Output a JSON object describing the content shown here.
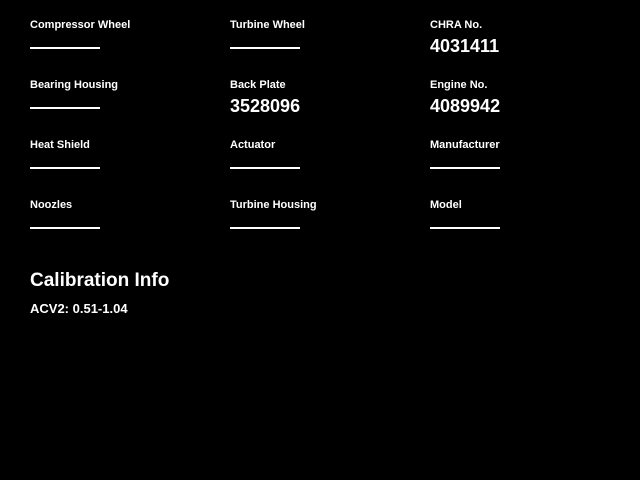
{
  "colors": {
    "background": "#000000",
    "text": "#ffffff"
  },
  "fields": [
    {
      "label": "Compressor Wheel",
      "value": ""
    },
    {
      "label": "Turbine Wheel",
      "value": ""
    },
    {
      "label": "CHRA No.",
      "value": "4031411"
    },
    {
      "label": "Bearing Housing",
      "value": ""
    },
    {
      "label": "Back Plate",
      "value": "3528096"
    },
    {
      "label": "Engine No.",
      "value": "4089942"
    },
    {
      "label": "Heat Shield",
      "value": ""
    },
    {
      "label": "Actuator",
      "value": ""
    },
    {
      "label": "Manufacturer",
      "value": ""
    },
    {
      "label": "Noozles",
      "value": ""
    },
    {
      "label": "Turbine Housing",
      "value": ""
    },
    {
      "label": "Model",
      "value": ""
    }
  ],
  "calibration": {
    "heading": "Calibration Info",
    "entry": "ACV2: 0.51-1.04"
  }
}
